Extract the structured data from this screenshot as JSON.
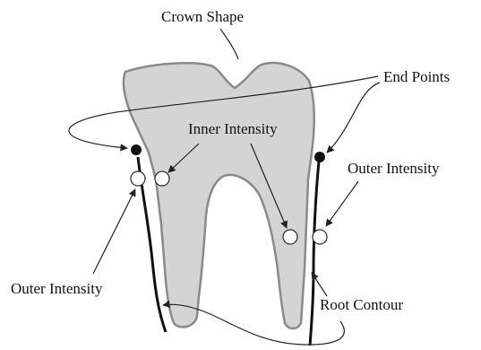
{
  "labels": {
    "crown_shape": "Crown Shape",
    "end_points": "End Points",
    "inner_intensity": "Inner Intensity",
    "outer_intensity_right": "Outer Intensity",
    "outer_intensity_left": "Outer Intensity",
    "root_contour": "Root Contour"
  },
  "colors": {
    "tooth_fill": "#d4d4d4",
    "tooth_outline": "#8a8a8a",
    "contour": "#111111",
    "end_point": "#111111",
    "arrow": "#222222"
  }
}
